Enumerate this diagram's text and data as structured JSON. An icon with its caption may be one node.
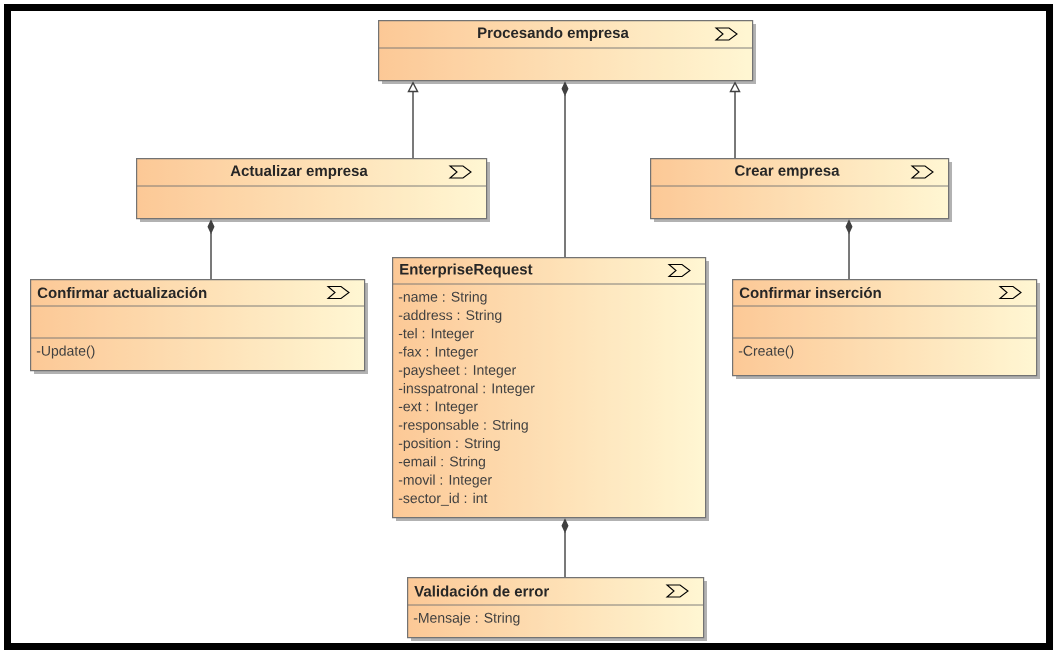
{
  "diagram": {
    "nodes": [
      {
        "text": [
          "Procesando empresa"
        ]
      },
      {
        "text": [
          "Actualizar empresa"
        ]
      },
      {
        "text": [
          "Crear empresa"
        ]
      },
      {
        "text": [
          "Confirmar actualización",
          "-Update()"
        ]
      },
      {
        "text": [
          "EnterpriseRequest",
          "-name : String",
          "-address : String",
          "-tel : Integer",
          "-fax : Integer",
          "-paysheet : Integer",
          "-insspatronal : Integer",
          "-ext : Integer",
          "-responsable : String",
          "-position : String",
          "-email : String",
          "-movil : Integer",
          "-sector_id : int"
        ]
      },
      {
        "text": [
          "Confirmar inserción",
          "-Create()"
        ]
      },
      {
        "text": [
          "Validación de error",
          "-Mensaje : String"
        ]
      }
    ],
    "edges": [
      {
        "from": 1,
        "to": 0,
        "arrow": "to"
      },
      {
        "from": 2,
        "to": 0,
        "arrow": "to"
      },
      {
        "from": 0,
        "to": 4,
        "arrow": "other"
      },
      {
        "from": 1,
        "to": 3,
        "arrow": "other"
      },
      {
        "from": 2,
        "to": 5,
        "arrow": "other"
      },
      {
        "from": 4,
        "to": 6,
        "arrow": "other"
      }
    ]
  }
}
